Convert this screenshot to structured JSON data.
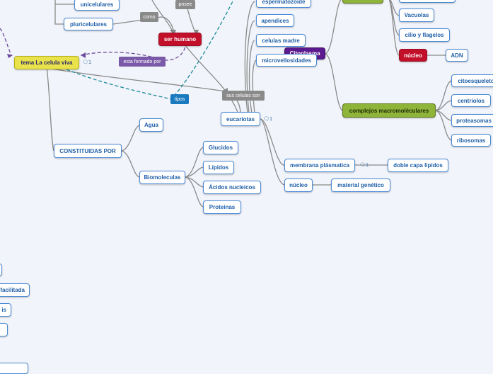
{
  "nodes": {
    "unicelulares": "unicelulares",
    "pluricelulares": "pluricelulares",
    "espermatozoide": "espermatozoide",
    "apendices": "apendices",
    "celulas_madre": "celulas madre",
    "citoplasma": "Citoplasma",
    "microvellosidades": "microvellosidades",
    "vacuolas": "Vacuolas",
    "cilio_flagelos": "cilio y flagelos",
    "nucleo_red": "núcleo",
    "adn": "ADN",
    "citoesqueleto": "citoesqueleto",
    "centriolos": "centriolos",
    "proteasomas": "proteasomas",
    "ribosomas": "ribosomas",
    "complejos": "complejos macromoléculares",
    "ser_humano": "ser humano",
    "tema": "tema La celula viva",
    "eucariotas": "eucariotas",
    "membrana": "membrana plásmatica",
    "bicapa": "doble capa lipidos",
    "nucleo": "núcleo",
    "material": "material genético",
    "constituidas": "CONSTITUIDAS POR",
    "agua": "Agua",
    "biomoleculas": "Biomoleculas",
    "glucidos": "Glucidos",
    "lipidos": "Lípidos",
    "acidos": "Ácidos nucleicos",
    "proteinas": "Proteinas",
    "left_frag1": "facilitada",
    "left_frag2": "is"
  },
  "tags": {
    "como": "como",
    "posee": "posee",
    "esta_formado": "esta formado por",
    "tipos": "tipos",
    "sus_celulas": "sus celulas son"
  },
  "comments": {
    "tema": "1",
    "eucariotas": "1",
    "membrana": "1"
  },
  "colors": {
    "background": "#f1f4fa",
    "node_border": "#4a8ad6",
    "red": "#c2102a",
    "yellow": "#e9e24a",
    "olive": "#8fb43a",
    "purple": "#5b1a8e",
    "link_teal": "#1a8a9a",
    "link_violet": "#6b4a9a"
  },
  "icons": {
    "comment": "speech-bubble-icon"
  }
}
